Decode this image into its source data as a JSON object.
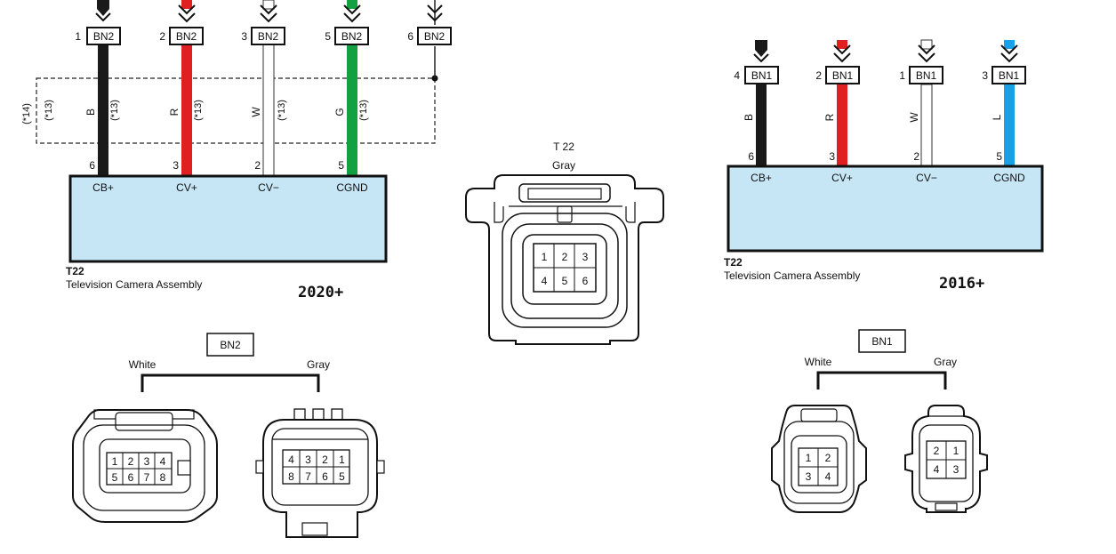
{
  "left": {
    "version": "2020+",
    "connector_id": "T22",
    "assembly_name": "Television Camera Assembly",
    "notes": [
      "(*14)",
      "(*13)",
      "(*13)",
      "(*13)",
      "(*13)",
      "(*13)"
    ],
    "wires": [
      {
        "bn_pin": "1",
        "bn_label": "BN2",
        "color_code": "B",
        "t22_pin": "6",
        "signal": "CB+",
        "color": "#1a1a1a"
      },
      {
        "bn_pin": "2",
        "bn_label": "BN2",
        "color_code": "R",
        "t22_pin": "3",
        "signal": "CV+",
        "color": "#e02020"
      },
      {
        "bn_pin": "3",
        "bn_label": "BN2",
        "color_code": "W",
        "t22_pin": "2",
        "signal": "CV−",
        "color": "#ffffff"
      },
      {
        "bn_pin": "5",
        "bn_label": "BN2",
        "color_code": "G",
        "t22_pin": "5",
        "signal": "CGND",
        "color": "#12a040"
      },
      {
        "bn_pin": "6",
        "bn_label": "BN2"
      }
    ]
  },
  "right": {
    "version": "2016+",
    "connector_id": "T22",
    "assembly_name": "Television Camera Assembly",
    "wires": [
      {
        "bn_pin": "4",
        "bn_label": "BN1",
        "color_code": "B",
        "t22_pin": "6",
        "signal": "CB+",
        "color": "#1a1a1a"
      },
      {
        "bn_pin": "2",
        "bn_label": "BN1",
        "color_code": "R",
        "t22_pin": "3",
        "signal": "CV+",
        "color": "#e02020"
      },
      {
        "bn_pin": "1",
        "bn_label": "BN1",
        "color_code": "W",
        "t22_pin": "2",
        "signal": "CV−",
        "color": "#ffffff"
      },
      {
        "bn_pin": "3",
        "bn_label": "BN1",
        "color_code": "L",
        "t22_pin": "5",
        "signal": "CGND",
        "color": "#1aa0e6"
      }
    ]
  },
  "t22_connector": {
    "title": "T 22",
    "color_name": "Gray",
    "pins": [
      "1",
      "2",
      "3",
      "4",
      "5",
      "6"
    ]
  },
  "bn2_connector": {
    "title": "BN2",
    "white_label": "White",
    "gray_label": "Gray",
    "white_pins": [
      "1",
      "2",
      "3",
      "4",
      "5",
      "6",
      "7",
      "8"
    ],
    "gray_pins": [
      "4",
      "3",
      "2",
      "1",
      "8",
      "7",
      "6",
      "5"
    ]
  },
  "bn1_connector": {
    "title": "BN1",
    "white_label": "White",
    "gray_label": "Gray",
    "white_pins": [
      "1",
      "2",
      "3",
      "4"
    ],
    "gray_pins": [
      "2",
      "1",
      "4",
      "3"
    ]
  }
}
